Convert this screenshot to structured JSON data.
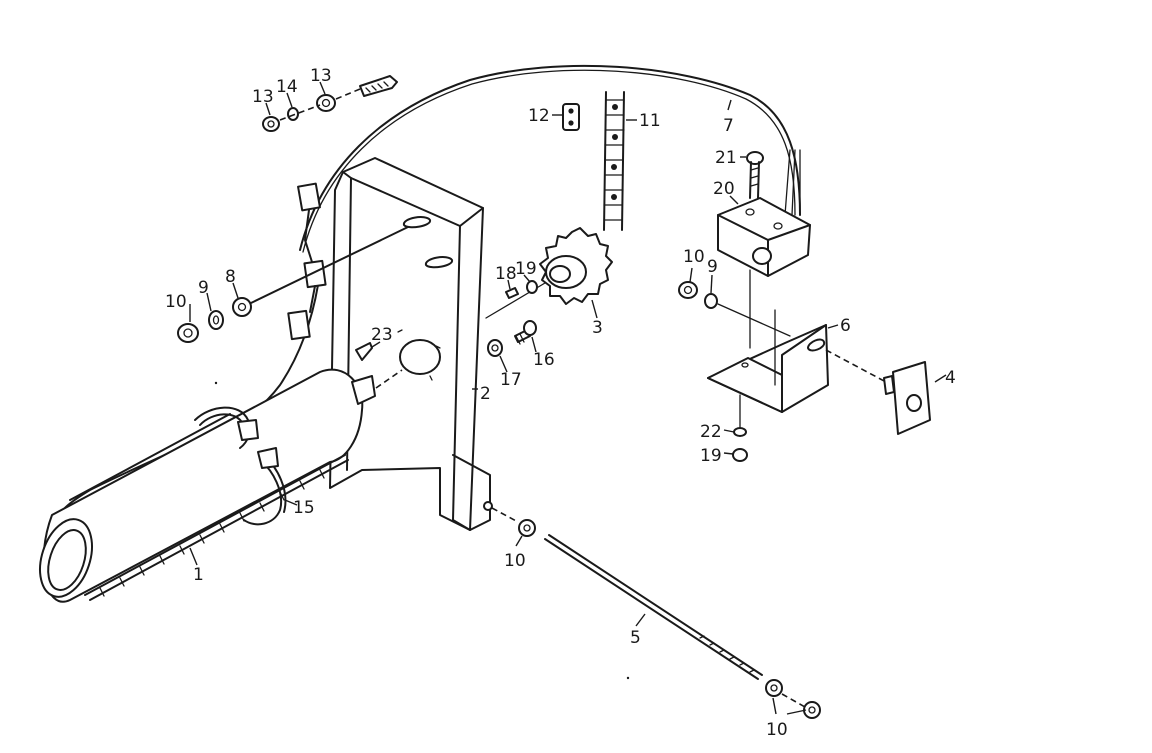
{
  "diagram": {
    "callouts": [
      {
        "id": "c1",
        "text": "1"
      },
      {
        "id": "c2",
        "text": "2"
      },
      {
        "id": "c3",
        "text": "3"
      },
      {
        "id": "c4",
        "text": "4"
      },
      {
        "id": "c5",
        "text": "5"
      },
      {
        "id": "c6",
        "text": "6"
      },
      {
        "id": "c7",
        "text": "7"
      },
      {
        "id": "c8",
        "text": "8"
      },
      {
        "id": "c9a",
        "text": "9"
      },
      {
        "id": "c9b",
        "text": "9"
      },
      {
        "id": "c10a",
        "text": "10"
      },
      {
        "id": "c10b",
        "text": "10"
      },
      {
        "id": "c10c",
        "text": "10"
      },
      {
        "id": "c10d",
        "text": "10"
      },
      {
        "id": "c11",
        "text": "11"
      },
      {
        "id": "c12",
        "text": "12"
      },
      {
        "id": "c13a",
        "text": "13"
      },
      {
        "id": "c13b",
        "text": "13"
      },
      {
        "id": "c14",
        "text": "14"
      },
      {
        "id": "c15",
        "text": "15"
      },
      {
        "id": "c16",
        "text": "16"
      },
      {
        "id": "c17",
        "text": "17"
      },
      {
        "id": "c18",
        "text": "18"
      },
      {
        "id": "c19a",
        "text": "19"
      },
      {
        "id": "c19b",
        "text": "19"
      },
      {
        "id": "c20",
        "text": "20"
      },
      {
        "id": "c21",
        "text": "21"
      },
      {
        "id": "c22",
        "text": "22"
      },
      {
        "id": "c23",
        "text": "23"
      }
    ]
  }
}
